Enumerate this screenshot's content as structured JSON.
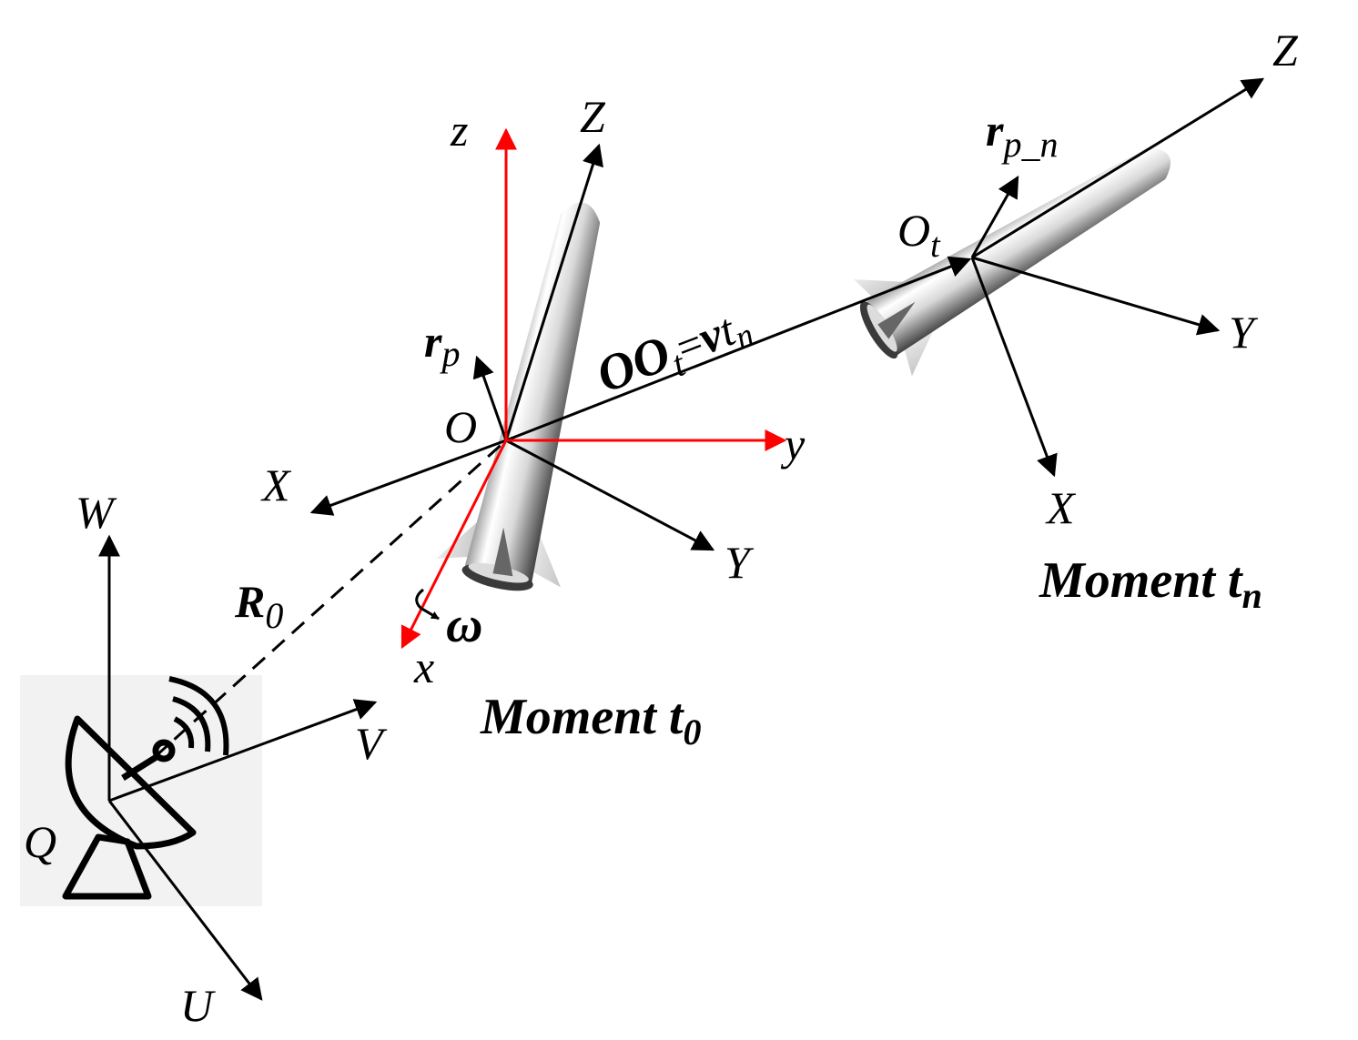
{
  "colors": {
    "axis": "#000000",
    "body_frame": "#ff0000",
    "radar_bg": "#f2f2f2",
    "missile_light": "#ffffff",
    "missile_dark": "#4a4a4a"
  },
  "icons": {
    "radar": "radar-dish-icon",
    "missile": "missile-icon"
  },
  "labels": {
    "radar_W": "W",
    "radar_V": "V",
    "radar_U": "U",
    "radar_Q": "Q",
    "R0_main": "R",
    "R0_sub": "0",
    "t0_Z": "Z",
    "t0_X": "X",
    "t0_Y": "Y",
    "t0_z": "z",
    "t0_y": "y",
    "t0_x": "x",
    "t0_O": "O",
    "rp_main": "r",
    "rp_sub": "p",
    "omega": "ω",
    "oo_main": "OO",
    "oo_sub": "t",
    "oo_eq": "=",
    "oo_v": "v",
    "oo_t": "t",
    "oo_n": "n",
    "tn_Z": "Z",
    "tn_Y": "Y",
    "tn_X": "X",
    "tn_O": "O",
    "tn_O_sub": "t",
    "rpn_main": "r",
    "rpn_sub": "p_n",
    "moment_t0_text": "Moment t",
    "moment_t0_sub": "0",
    "moment_tn_text": "Moment t",
    "moment_tn_sub": "n"
  }
}
